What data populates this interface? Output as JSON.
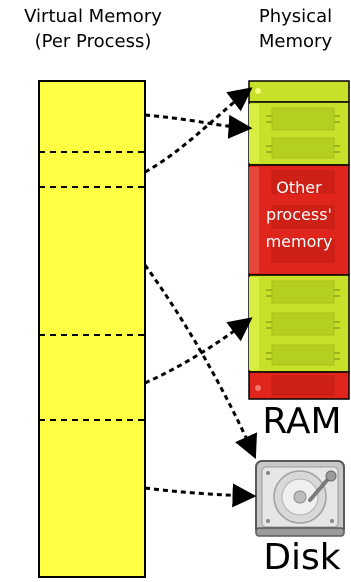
{
  "virtual_memory": {
    "title_line1": "Virtual Memory",
    "title_line2": "(Per Process)"
  },
  "physical_memory": {
    "title_line1": "Physical",
    "title_line2": "Memory"
  },
  "ram": {
    "label": "RAM",
    "other_process_line1": "Other",
    "other_process_line2": "process'",
    "other_process_line3": "memory"
  },
  "disk": {
    "label": "Disk"
  },
  "colors": {
    "virtual_memory_fill": "#ffff44",
    "ram_green": "#c8e02a",
    "ram_red": "#e0251c",
    "arrow": "#000000"
  },
  "icons": {
    "disk": "hard-disk-icon"
  }
}
